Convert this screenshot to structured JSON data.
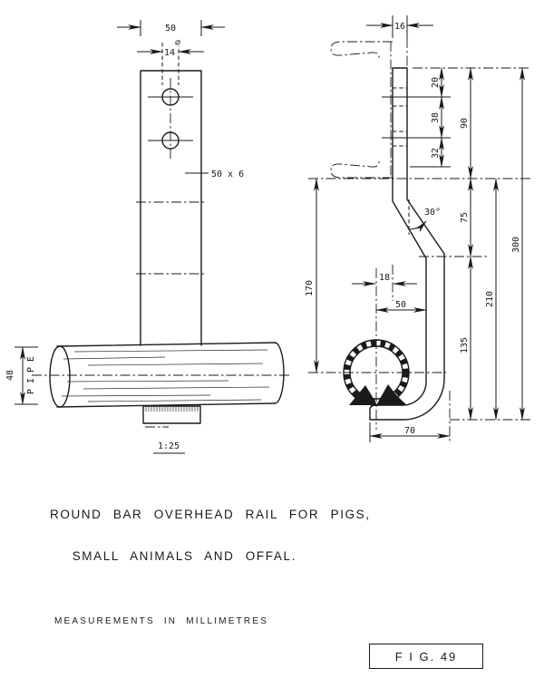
{
  "captions": {
    "title_line1": "ROUND BAR OVERHEAD RAIL FOR PIGS,",
    "title_line2": "SMALL ANIMALS AND OFFAL.",
    "units_note": "MEASUREMENTS IN MILLIMETRES",
    "figure_label": "F I G. 49"
  },
  "front_view": {
    "scale_label": "1:25",
    "bar_width": "50",
    "hole_dia": "14",
    "dia_symbol": "⌀",
    "bar_section": "50 x 6",
    "pipe_od": "48",
    "pipe_word": "P I P E"
  },
  "side_view": {
    "top_offset": "16",
    "d20": "20",
    "d38": "38",
    "d32": "32",
    "d90": "90",
    "d75": "75",
    "d170": "170",
    "d135": "135",
    "d210": "210",
    "d300": "300",
    "d18": "18",
    "d50": "50",
    "d70": "70",
    "bend_angle": "30°"
  },
  "colors": {
    "ink": "#1a1a1a",
    "paper": "#ffffff"
  }
}
